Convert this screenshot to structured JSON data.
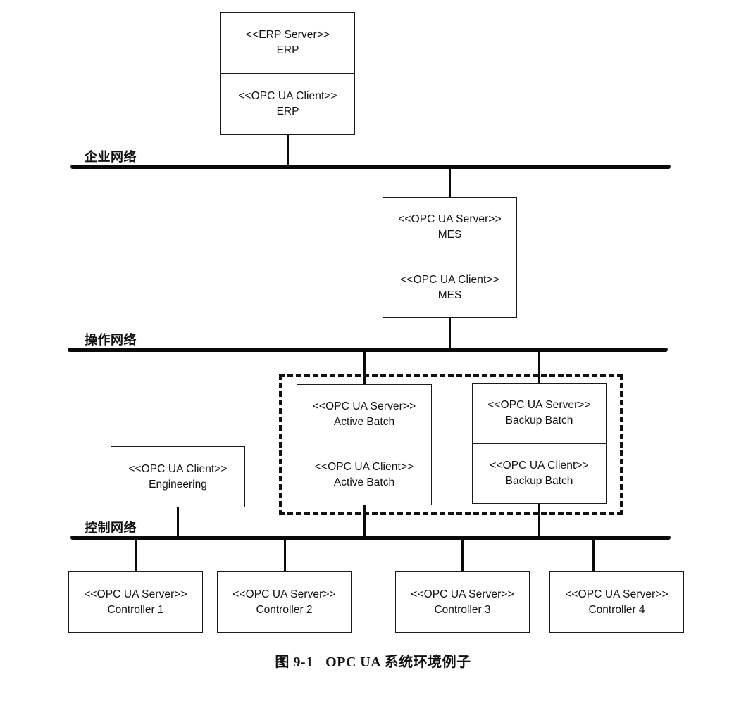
{
  "networks": {
    "enterprise": "企业网络",
    "operations": "操作网络",
    "control": "控制网络"
  },
  "nodes": {
    "erp": {
      "sections": [
        {
          "stereotype": "<<ERP Server>>",
          "name": "ERP"
        },
        {
          "stereotype": "<<OPC UA Client>>",
          "name": "ERP"
        }
      ]
    },
    "mes": {
      "sections": [
        {
          "stereotype": "<<OPC UA Server>>",
          "name": "MES"
        },
        {
          "stereotype": "<<OPC UA Client>>",
          "name": "MES"
        }
      ]
    },
    "active_batch": {
      "sections": [
        {
          "stereotype": "<<OPC UA Server>>",
          "name": "Active Batch"
        },
        {
          "stereotype": "<<OPC UA Client>>",
          "name": "Active Batch"
        }
      ]
    },
    "backup_batch": {
      "sections": [
        {
          "stereotype": "<<OPC UA Server>>",
          "name": "Backup Batch"
        },
        {
          "stereotype": "<<OPC UA Client>>",
          "name": "Backup Batch"
        }
      ]
    },
    "engineering": {
      "sections": [
        {
          "stereotype": "<<OPC UA Client>>",
          "name": "Engineering"
        }
      ]
    },
    "controllers": [
      {
        "stereotype": "<<OPC UA Server>>",
        "name": "Controller 1"
      },
      {
        "stereotype": "<<OPC UA Server>>",
        "name": "Controller 2"
      },
      {
        "stereotype": "<<OPC UA Server>>",
        "name": "Controller 3"
      },
      {
        "stereotype": "<<OPC UA Server>>",
        "name": "Controller 4"
      }
    ]
  },
  "caption": {
    "figure_number": "图 9-1",
    "title": "OPC UA 系统环境例子"
  }
}
